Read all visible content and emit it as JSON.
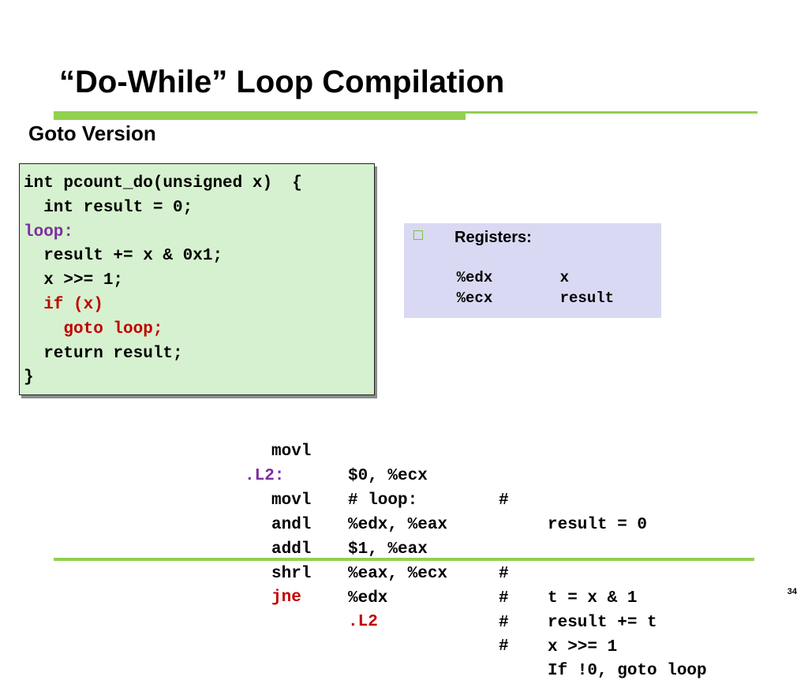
{
  "slide": {
    "title": "“Do-While” Loop Compilation",
    "subtitle": "Goto Version",
    "page_number": "34"
  },
  "code": {
    "lines": [
      "int pcount_do(unsigned x)  {",
      "  int result = 0;",
      "loop:",
      "  result += x & 0x1;",
      "  x >>= 1;",
      "  if (x)",
      "    goto loop;",
      "  return result;",
      "}"
    ]
  },
  "registers": {
    "heading": "Registers:",
    "rows": [
      {
        "reg": "%edx",
        "use": "x"
      },
      {
        "reg": "%ecx",
        "use": "result"
      }
    ]
  },
  "assembly": {
    "lines": [
      {
        "label": "",
        "op": "movl",
        "args": "$0, %ecx",
        "hash": "#",
        "comment": "result = 0"
      },
      {
        "label": ".L2:",
        "op": "",
        "args": "# loop:",
        "hash": "",
        "comment": ""
      },
      {
        "label": "",
        "op": "movl",
        "args": "%edx, %eax",
        "hash": "",
        "comment": ""
      },
      {
        "label": "",
        "op": "andl",
        "args": "$1, %eax",
        "hash": "#",
        "comment": "t = x & 1"
      },
      {
        "label": "",
        "op": "addl",
        "args": "%eax, %ecx",
        "hash": "#",
        "comment": "result += t"
      },
      {
        "label": "",
        "op": "shrl",
        "args": "%edx",
        "hash": "#",
        "comment": "x >>= 1"
      },
      {
        "label": "",
        "op": "jne",
        "args": ".L2",
        "hash": "#",
        "comment": "If !0, goto loop"
      }
    ]
  },
  "colors": {
    "accent_green": "#92d050",
    "code_bg": "#d6f1cf",
    "register_bg": "#d9d9f3",
    "keyword_purple": "#7b2e9e",
    "keyword_red": "#c00000"
  }
}
